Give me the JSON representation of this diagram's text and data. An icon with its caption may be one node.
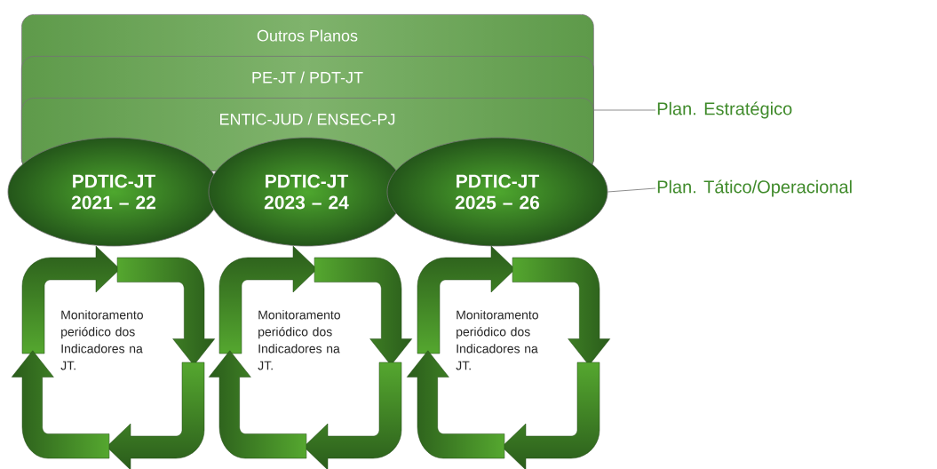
{
  "diagram": {
    "nodes": [
      {
        "text": [
          "Outros Planos"
        ]
      },
      {
        "text": [
          "PE-JT / PDT-JT"
        ],
        "in": 0
      },
      {
        "text": [
          "ENTIC-JUD / ENSEC-PJ"
        ],
        "in": 1
      },
      {
        "text": [
          "PDTIC-JT 2021 – 22"
        ]
      },
      {
        "text": [
          "PDTIC-JT 2023 – 24"
        ]
      },
      {
        "text": [
          "PDTIC-JT 2025 – 26"
        ]
      },
      {
        "text": [
          "Monitoramento periódico dos Indicadores na JT."
        ]
      },
      {
        "text": [
          "Monitoramento periódico dos Indicadores na JT."
        ]
      },
      {
        "text": [
          "Monitoramento periódico dos Indicadores na JT."
        ]
      },
      {
        "text": [
          "Plan. Estratégico"
        ]
      },
      {
        "text": [
          "Plan. Tático/Operacional"
        ]
      }
    ],
    "edges": [
      {
        "from": 9,
        "to": 2,
        "arrow": "none"
      },
      {
        "from": 10,
        "to": 5,
        "arrow": "none"
      }
    ]
  }
}
